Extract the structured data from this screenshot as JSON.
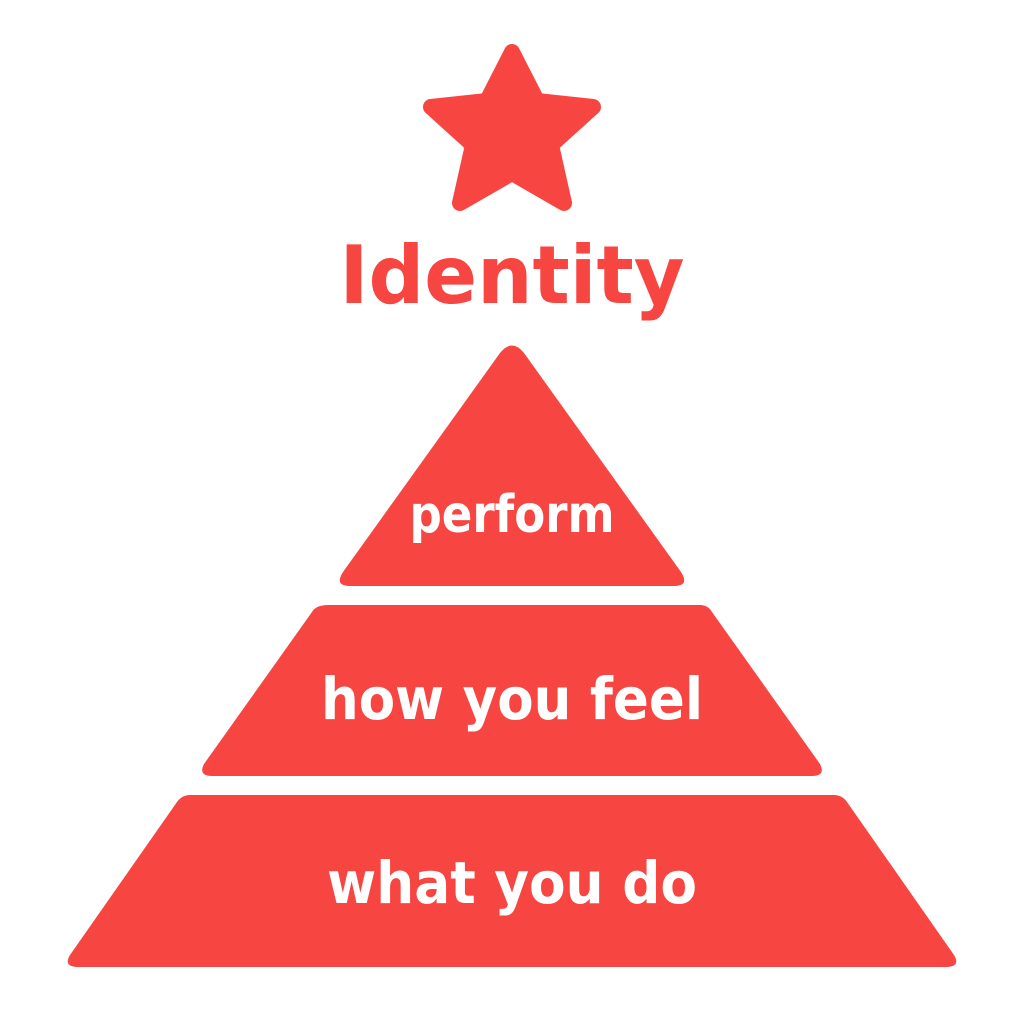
{
  "colors": {
    "accent": "#F74541",
    "text_on_accent": "#FFFFFF",
    "background": "#FFFFFF"
  },
  "title": "Identity",
  "icon": "star-icon",
  "levels": [
    {
      "label": "perform"
    },
    {
      "label": "how you feel"
    },
    {
      "label": "what you do"
    }
  ]
}
